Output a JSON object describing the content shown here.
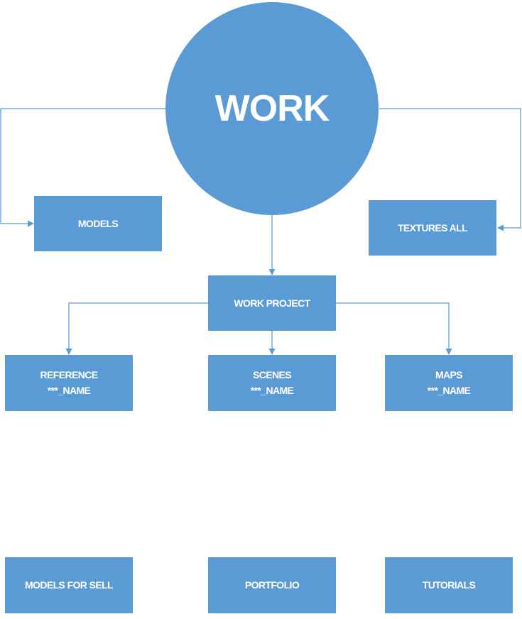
{
  "diagram": {
    "root": {
      "label": "WORK"
    },
    "models": {
      "label": "MODELS"
    },
    "textures_all": {
      "label": "TEXTURES ALL"
    },
    "work_project": {
      "label": "WORK PROJECT"
    },
    "reference": {
      "line1": "REFERENCE",
      "line2": "***_NAME"
    },
    "scenes": {
      "line1": "SCENES",
      "line2": "***_NAME"
    },
    "maps": {
      "line1": "MAPS",
      "line2": "***_NAME"
    },
    "models_for_sell": {
      "label": "MODELS FOR SELL"
    },
    "portfolio": {
      "label": "PORTFOLIO"
    },
    "tutorials": {
      "label": "TUTORIALS"
    }
  },
  "colors": {
    "node_fill": "#5b9bd5",
    "text": "#ffffff",
    "background": "#ffffff"
  }
}
